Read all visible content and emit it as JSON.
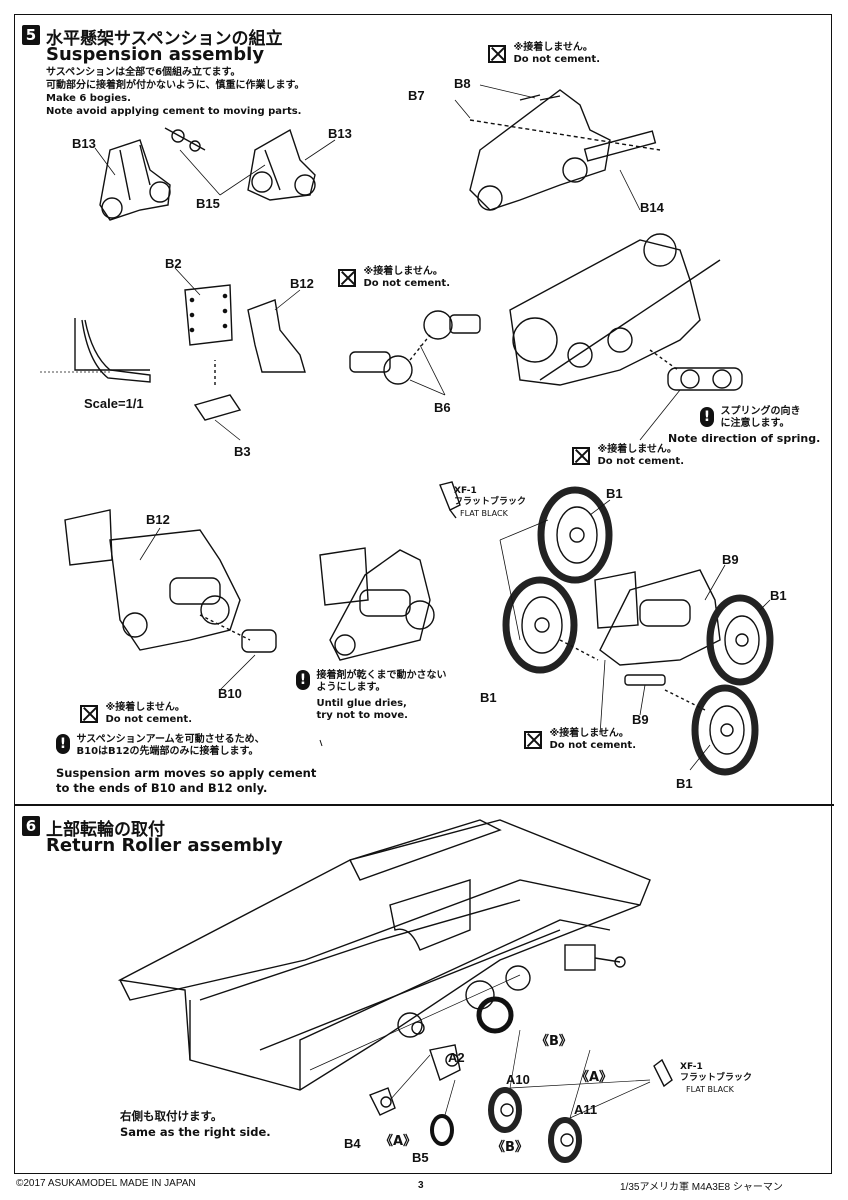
{
  "step5": {
    "number": "5",
    "title_jp": "水平懸架サスペンションの組立",
    "title_en": "Suspension assembly",
    "notes": [
      "サスペンションは全部で6個組み立てます。",
      "可動部分に接着剤が付かないように、慎重に作業します。",
      "Make 6 bogies.",
      "Note avoid applying cement to moving parts."
    ],
    "labels": {
      "b13_left": "B13",
      "b15": "B15",
      "b13_right": "B13",
      "b7": "B7",
      "b8": "B8",
      "b14": "B14",
      "b2": "B2",
      "b12_top": "B12",
      "b3": "B3",
      "scale": "Scale=1/1",
      "b6": "B6",
      "b12_mid": "B12",
      "b10": "B10",
      "b1_a": "B1",
      "b1_b": "B1",
      "b9_a": "B9",
      "b1_c": "B1",
      "b9_b": "B9",
      "b1_d": "B1"
    },
    "no_cement_jp": "※接着しません。",
    "no_cement_en": "Do not cement.",
    "spring_jp_1": "スプリングの向き",
    "spring_jp_2": "に注意します。",
    "spring_en": "Note direction of spring.",
    "paint_code": "XF-1",
    "paint_jp": "フラットブラック",
    "paint_en": "FLAT BLACK",
    "dry_jp_1": "接着剤が乾くまで動かさない",
    "dry_jp_2": "ようにします。",
    "dry_en_1": "Until glue dries,",
    "dry_en_2": "try not to move.",
    "arm_jp_1": "サスペンションアームを可動させるため、",
    "arm_jp_2": "B10はB12の先端部のみに接着します。",
    "arm_en_1": "Suspension arm moves so apply cement",
    "arm_en_2": "to the ends of B10 and B12 only."
  },
  "step6": {
    "number": "6",
    "title_jp": "上部転輪の取付",
    "title_en": "Return Roller assembly",
    "labels": {
      "b_top": "《B》",
      "a_top": "《A》",
      "a2": "A2",
      "a10": "A10",
      "a11": "A11",
      "b4": "B4",
      "a_bottom": "《A》",
      "b5": "B5",
      "b_bottom": "《B》"
    },
    "right_side_jp": "右側も取付けます。",
    "right_side_en": "Same as the right side.",
    "paint_code": "XF-1",
    "paint_jp": "フラットブラック",
    "paint_en": "FLAT BLACK"
  },
  "footer": {
    "copyright": "©2017 ASUKAMODEL    MADE IN JAPAN",
    "page": "3",
    "product": "1/35アメリカ軍 M4A3E8 シャーマン"
  },
  "colors": {
    "ink": "#111111",
    "paper": "#ffffff",
    "wheel": "#222222"
  }
}
